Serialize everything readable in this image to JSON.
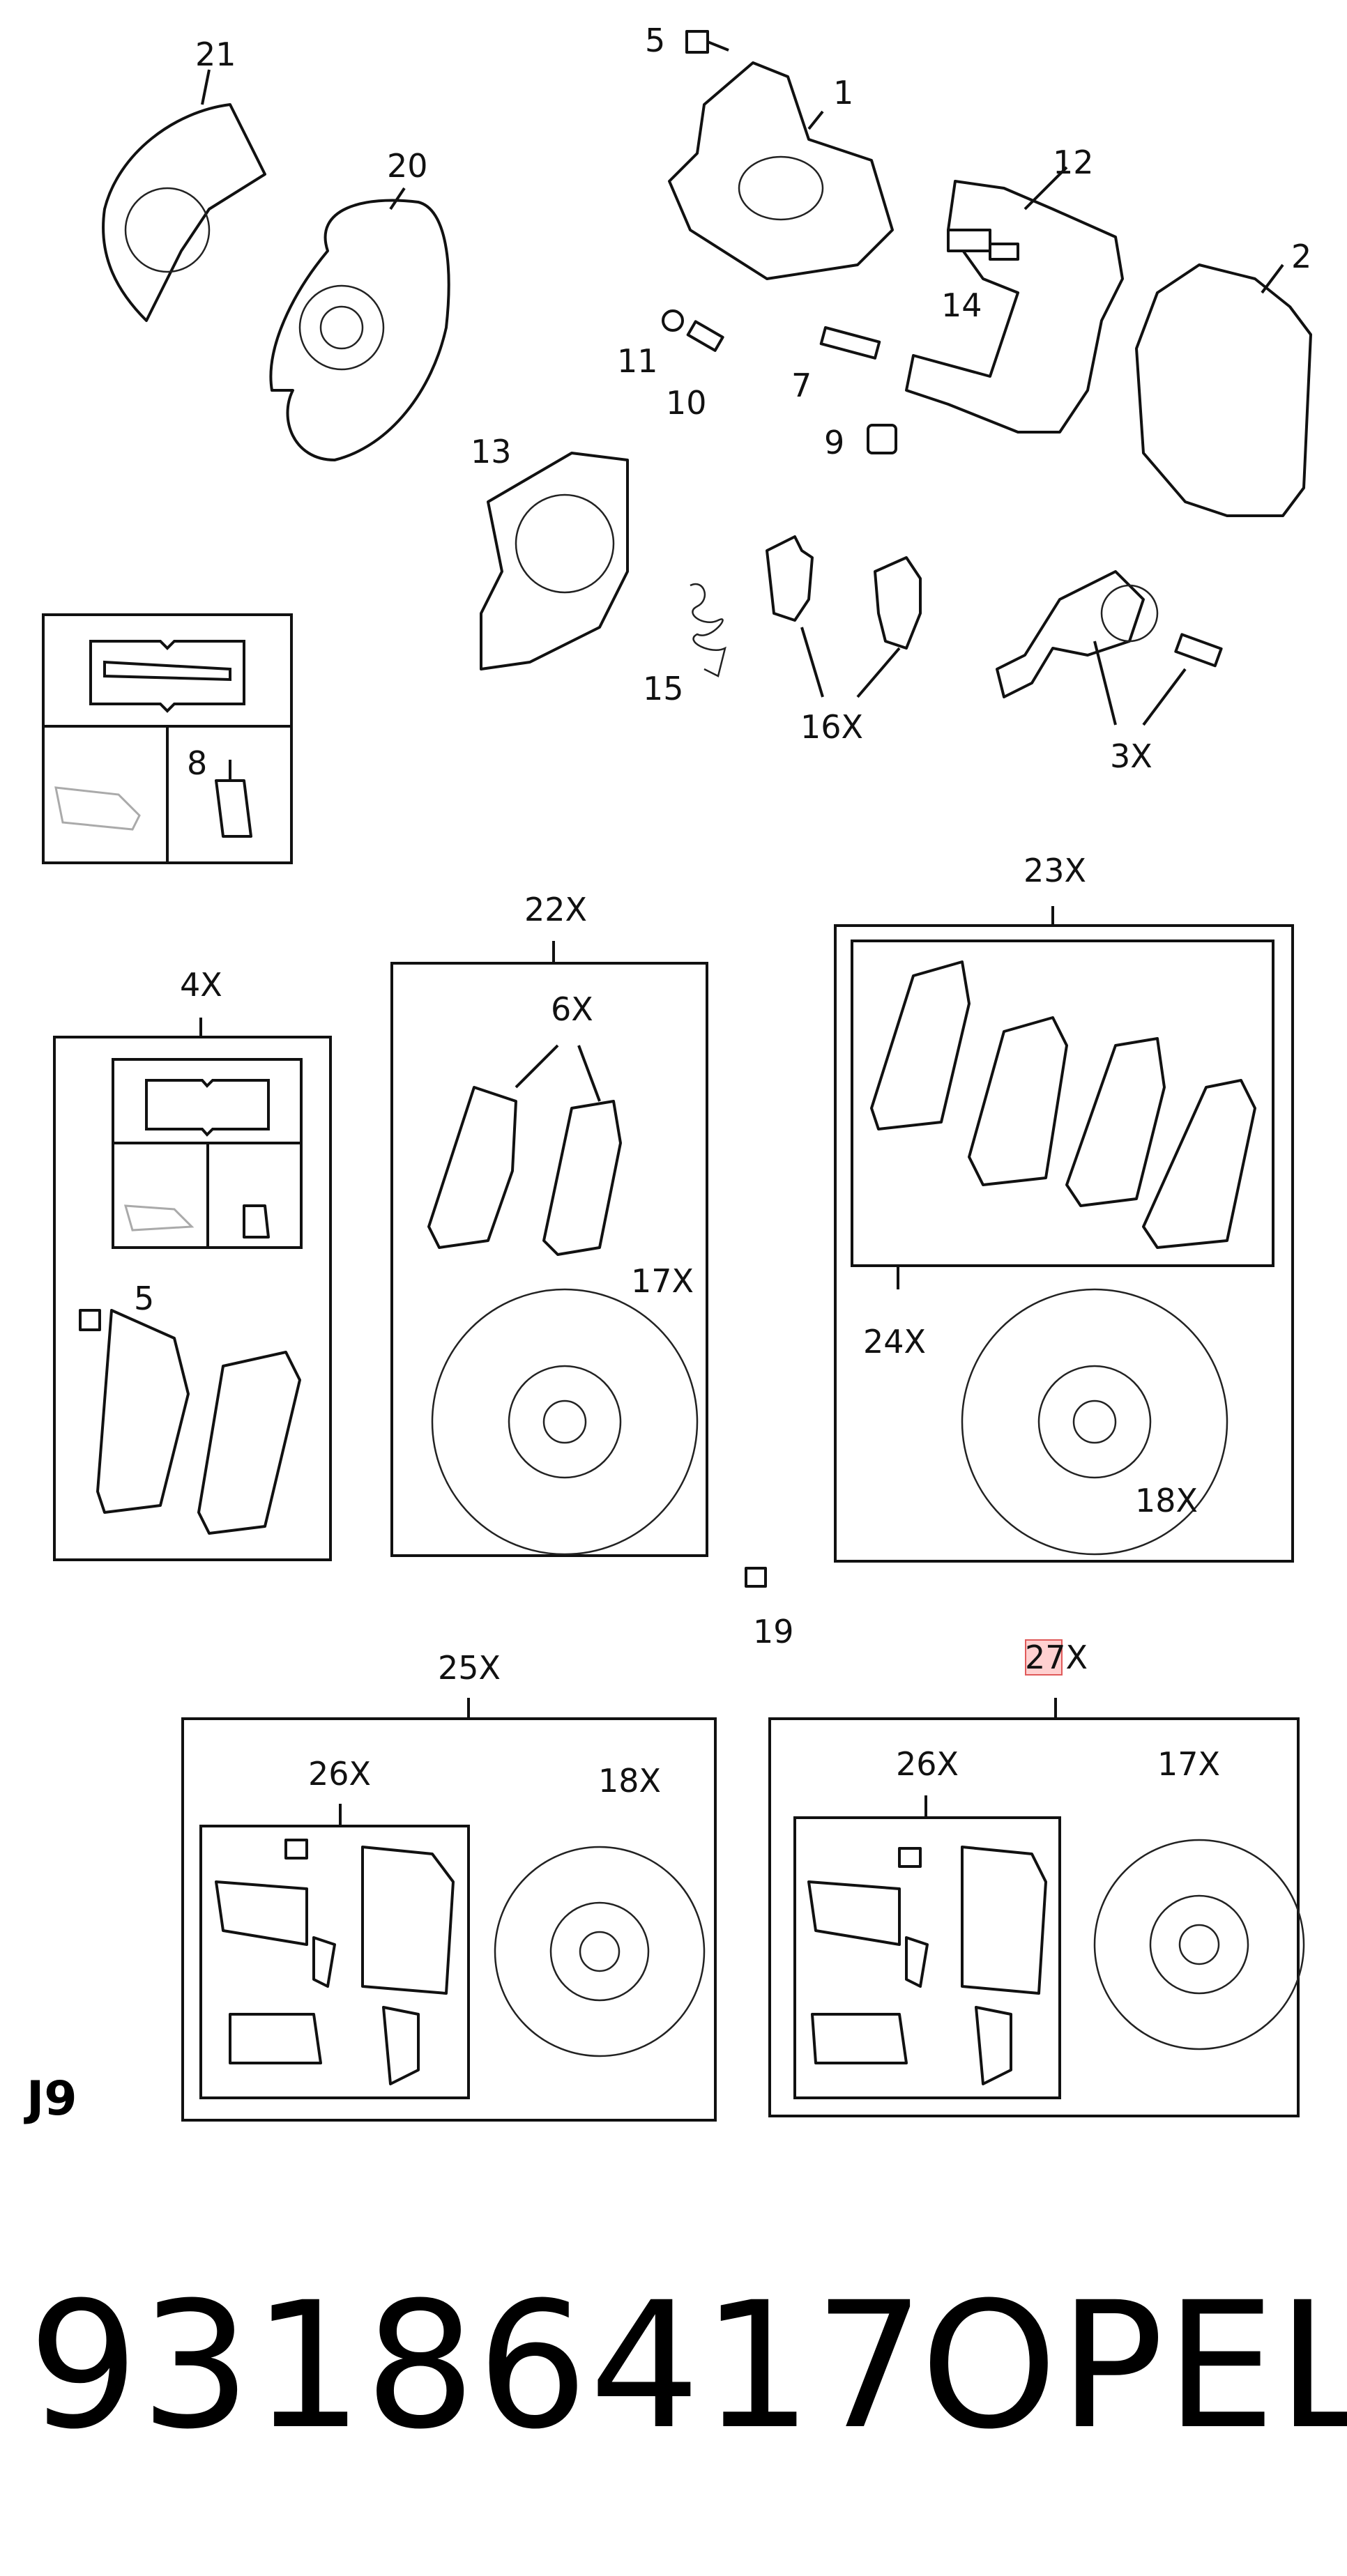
{
  "labels": {
    "l21": "21",
    "l20": "20",
    "l5a": "5",
    "l1": "1",
    "l12": "12",
    "l2": "2",
    "l14": "14",
    "l11": "11",
    "l10": "10",
    "l7": "7",
    "l9": "9",
    "l13": "13",
    "l15": "15",
    "l16x": "16X",
    "l3x": "3X",
    "l8": "8",
    "l4x": "4X",
    "l5b": "5",
    "l22x": "22X",
    "l6x": "6X",
    "l17xa": "17X",
    "l23x": "23X",
    "l24x": "24X",
    "l18xa": "18X",
    "l19": "19",
    "l25x": "25X",
    "l26xa": "26X",
    "l18xb": "18X",
    "l27x": "27X",
    "l26xb": "26X",
    "l17xb": "17X",
    "j9": "J9"
  },
  "footer": {
    "part_number": "93186417",
    "brand": "OPEL"
  },
  "colors": {
    "line": "#111111",
    "highlight": "#e05a5a"
  }
}
